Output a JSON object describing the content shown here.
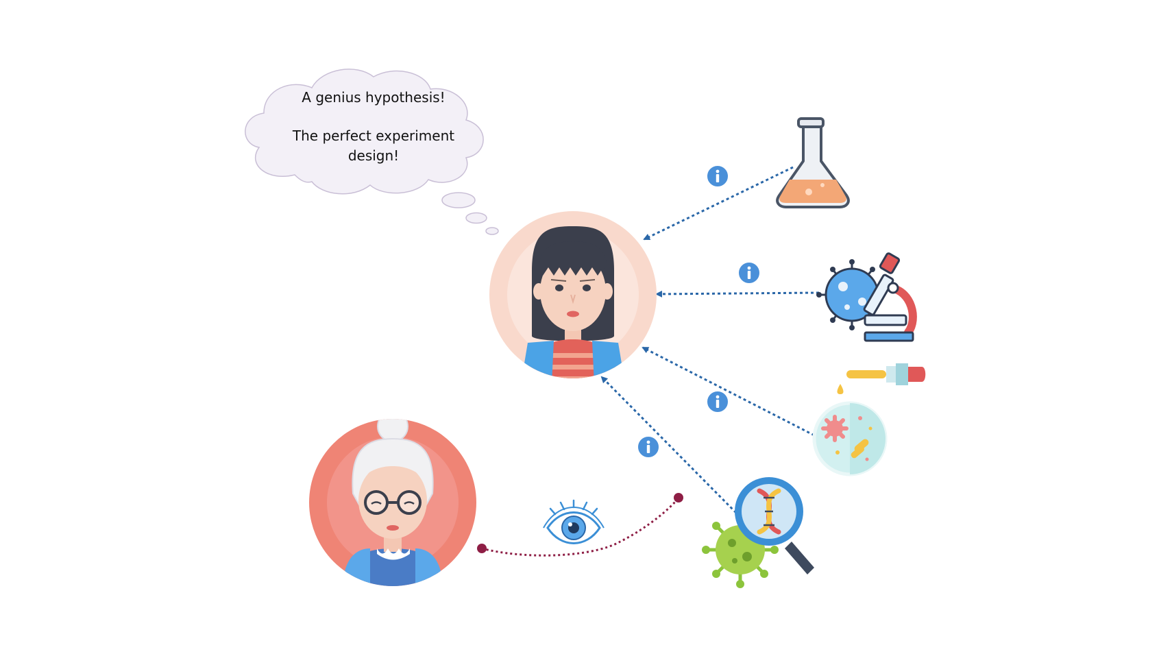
{
  "thought_bubble": {
    "line1": "A genius hypothesis!",
    "line2": "The perfect experiment",
    "line3": "design!"
  },
  "colors": {
    "arrow_blue": "#2a67a8",
    "observe_link": "#8e1e45",
    "info_badge": "#4a90d9",
    "young_bg_outer": "#f9d9cc",
    "elder_bg_outer": "#ef8475"
  },
  "icons": {
    "young_scientist": "young-woman-avatar-icon",
    "elder": "elderly-woman-avatar-icon",
    "flask": "flask-icon",
    "microscope": "microscope-virus-icon",
    "petri": "petri-dish-dropper-icon",
    "dna": "dna-magnifier-virus-icon",
    "eye": "eye-icon",
    "info": "info-icon"
  }
}
